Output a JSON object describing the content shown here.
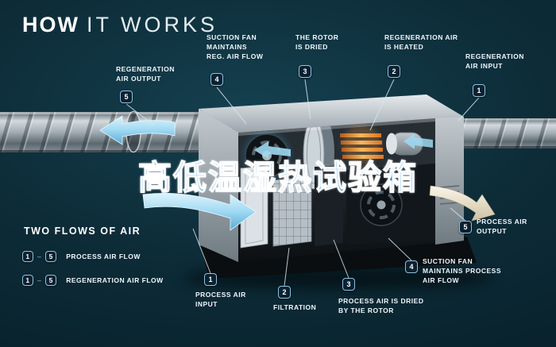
{
  "title": {
    "part_bold": "HOW",
    "part_light": "IT WORKS"
  },
  "watermark": "高低温湿热试验箱",
  "regeneration_flow_labels": [
    {
      "num": "1",
      "text": "REGENERATION\nAIR INPUT"
    },
    {
      "num": "2",
      "text": "REGENERATION AIR\nIS HEATED"
    },
    {
      "num": "3",
      "text": "THE ROTOR\nIS DRIED"
    },
    {
      "num": "4",
      "text": "SUCTION FAN\nMAINTAINS\nREG. AIR FLOW"
    },
    {
      "num": "5",
      "text": "REGENERATION\nAIR OUTPUT"
    }
  ],
  "process_flow_labels": [
    {
      "num": "1",
      "text": "PROCESS AIR\nINPUT"
    },
    {
      "num": "2",
      "text": "FILTRATION"
    },
    {
      "num": "3",
      "text": "PROCESS AIR IS DRIED\nBY THE ROTOR"
    },
    {
      "num": "4",
      "text": "SUCTION FAN\nMAINTAINS PROCESS\nAIR FLOW"
    },
    {
      "num": "5",
      "text": "PROCESS AIR\nOUTPUT"
    }
  ],
  "legend": {
    "heading": "TWO FLOWS OF AIR",
    "rows": [
      {
        "from": "1",
        "separator": "–",
        "to": "5",
        "text": "PROCESS AIR FLOW"
      },
      {
        "from": "1",
        "separator": "–",
        "to": "5",
        "text": "REGENERATION AIR FLOW"
      }
    ]
  },
  "colors": {
    "background": "#0d2c38",
    "accent_blue": "#9fd9f2",
    "watermark_blue": "#1487e8",
    "heater_orange": "#f09a3e",
    "badge_border": "#8fc3e2"
  }
}
